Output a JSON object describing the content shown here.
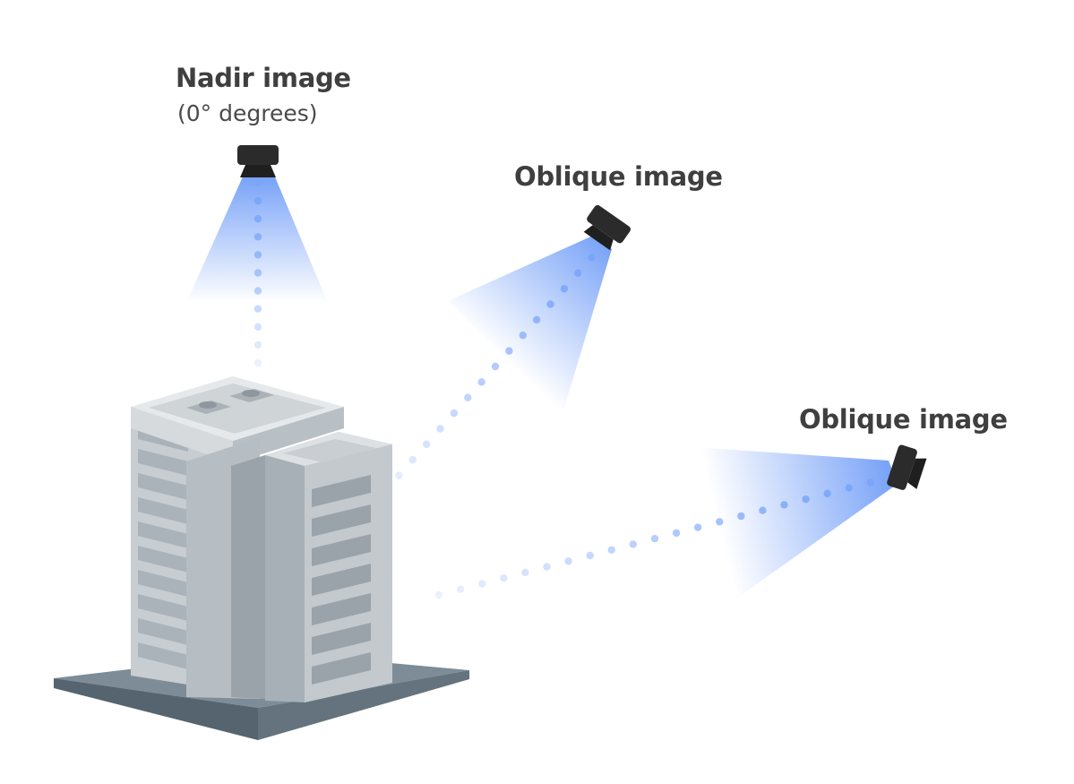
{
  "labels": {
    "nadir_title": "Nadir image",
    "nadir_subtitle": "(0° degrees)",
    "oblique_top": "Oblique image",
    "oblique_right": "Oblique image"
  },
  "icons": [
    "camera-icon",
    "camera-icon",
    "camera-icon",
    "building-icon"
  ],
  "colors": {
    "text": "#3f3f3f",
    "beam": "#6f9cf7",
    "dots": "#7aa5f8",
    "camera": "#2b2b2b",
    "building_light": "#d6dadd",
    "building_mid": "#b6bec3",
    "building_dark": "#8e979d",
    "ground": "#6b7a86"
  }
}
